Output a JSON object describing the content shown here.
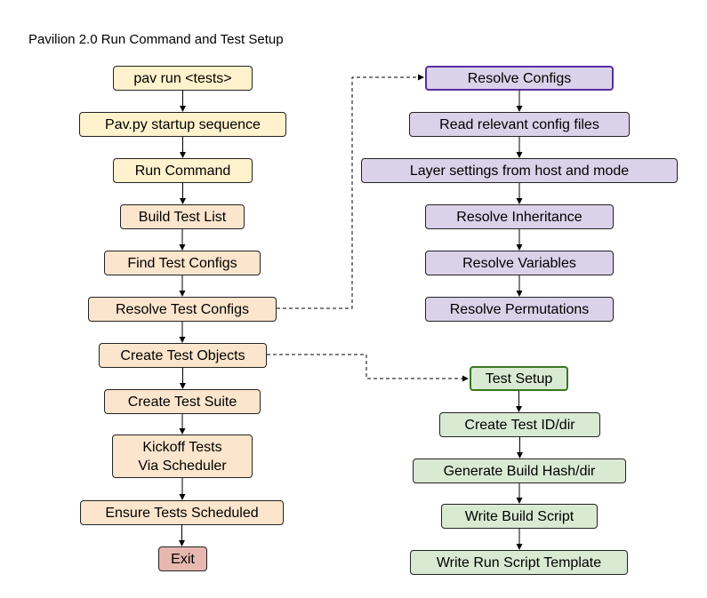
{
  "title": "Pavilion 2.0 Run Command and Test Setup",
  "main_flow": [
    {
      "id": "pav-run",
      "label": "pav run <tests>",
      "color": "#fff2cc"
    },
    {
      "id": "startup",
      "label": "Pav.py startup sequence",
      "color": "#fff2cc"
    },
    {
      "id": "run-command",
      "label": "Run Command",
      "color": "#fff2cc"
    },
    {
      "id": "build-test-list",
      "label": "Build Test List",
      "color": "#fce5cd"
    },
    {
      "id": "find-test-configs",
      "label": "Find Test Configs",
      "color": "#fce5cd"
    },
    {
      "id": "resolve-test-configs",
      "label": "Resolve Test Configs",
      "color": "#fce5cd"
    },
    {
      "id": "create-test-objects",
      "label": "Create Test Objects",
      "color": "#fce5cd"
    },
    {
      "id": "create-test-suite",
      "label": "Create Test Suite",
      "color": "#fce5cd"
    },
    {
      "id": "kickoff-tests",
      "label": "Kickoff Tests\nVia Scheduler",
      "color": "#fce5cd"
    },
    {
      "id": "ensure-scheduled",
      "label": "Ensure Tests Scheduled",
      "color": "#fce5cd"
    },
    {
      "id": "exit",
      "label": "Exit",
      "color": "#e6b8af"
    }
  ],
  "resolve_flow": [
    {
      "id": "resolve-configs",
      "label": "Resolve Configs",
      "color": "#d9d2e9"
    },
    {
      "id": "read-config-files",
      "label": "Read relevant config files",
      "color": "#d9d2e9"
    },
    {
      "id": "layer-settings",
      "label": "Layer settings from host and mode",
      "color": "#d9d2e9"
    },
    {
      "id": "resolve-inheritance",
      "label": "Resolve Inheritance",
      "color": "#d9d2e9"
    },
    {
      "id": "resolve-variables",
      "label": "Resolve Variables",
      "color": "#d9d2e9"
    },
    {
      "id": "resolve-permutations",
      "label": "Resolve Permutations",
      "color": "#d9d2e9"
    }
  ],
  "setup_flow": [
    {
      "id": "test-setup",
      "label": "Test Setup",
      "color": "#d9ead3"
    },
    {
      "id": "create-test-id",
      "label": "Create Test ID/dir",
      "color": "#d9ead3"
    },
    {
      "id": "generate-build-hash",
      "label": "Generate Build Hash/dir",
      "color": "#d9ead3"
    },
    {
      "id": "write-build-script",
      "label": "Write Build Script",
      "color": "#d9ead3"
    },
    {
      "id": "write-run-script",
      "label": "Write Run Script Template",
      "color": "#d9ead3"
    }
  ],
  "colors": {
    "line": "#000000",
    "resolve_highlight_border": "#5b2c9e",
    "setup_highlight_border": "#38761d"
  }
}
